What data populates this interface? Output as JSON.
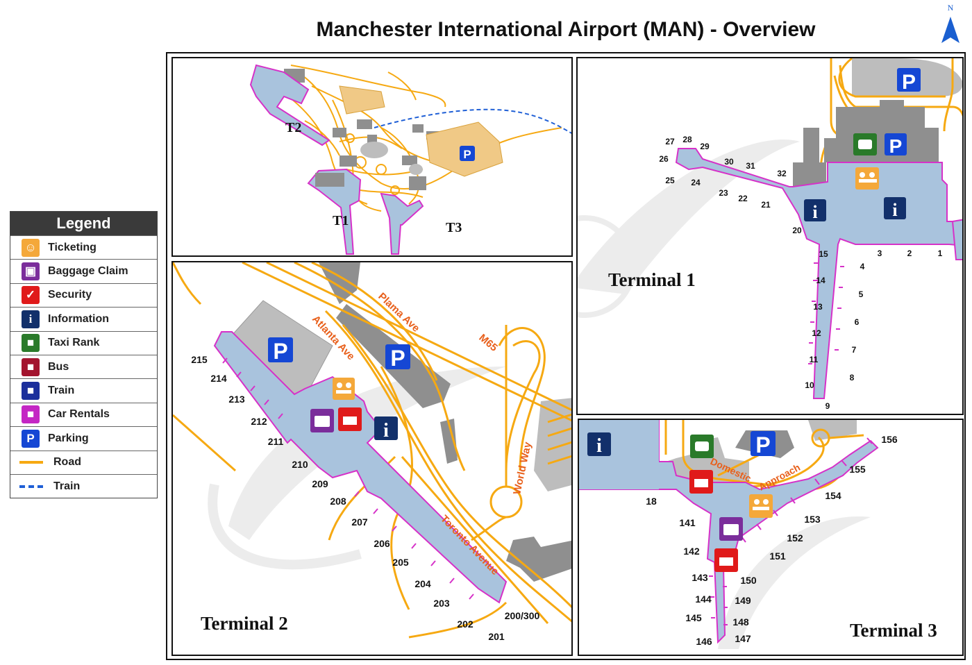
{
  "title": "Manchester International Airport (MAN) - Overview",
  "north": "N",
  "legend": {
    "header": "Legend",
    "items": [
      {
        "label": "Ticketing",
        "icon": "ticketing-icon",
        "color": "#f4a83a"
      },
      {
        "label": "Baggage Claim",
        "icon": "baggage-claim-icon",
        "color": "#7b2d9b"
      },
      {
        "label": "Security",
        "icon": "security-icon",
        "color": "#e01a1a"
      },
      {
        "label": "Information",
        "icon": "information-icon",
        "color": "#12306b"
      },
      {
        "label": "Taxi Rank",
        "icon": "taxi-icon",
        "color": "#2a7a2a"
      },
      {
        "label": "Bus",
        "icon": "bus-icon",
        "color": "#a3142e"
      },
      {
        "label": "Train",
        "icon": "train-icon",
        "color": "#1c2f9c"
      },
      {
        "label": "Car Rentals",
        "icon": "car-rental-icon",
        "color": "#c426c4"
      },
      {
        "label": "Parking",
        "icon": "parking-icon",
        "color": "#1547d4"
      },
      {
        "label": "Road",
        "icon": "road-line-icon",
        "color": "#f6a912"
      },
      {
        "label": "Train",
        "icon": "train-line-icon",
        "color": "#1f5fd6"
      }
    ]
  },
  "overview": {
    "t1": "T1",
    "t2": "T2",
    "t3": "T3",
    "parking": "P"
  },
  "terminal1": {
    "label": "Terminal 1",
    "gates": [
      "1",
      "2",
      "3",
      "4",
      "5",
      "6",
      "7",
      "8",
      "9",
      "10",
      "11",
      "12",
      "13",
      "14",
      "15",
      "20",
      "21",
      "22",
      "23",
      "24",
      "25",
      "26",
      "27",
      "28",
      "29",
      "30",
      "31",
      "32"
    ],
    "parking": "P",
    "info": "i"
  },
  "terminal2": {
    "label": "Terminal 2",
    "gates": [
      "200/300",
      "201",
      "202",
      "203",
      "204",
      "205",
      "206",
      "207",
      "208",
      "209",
      "210",
      "211",
      "212",
      "213",
      "214",
      "215"
    ],
    "streets": {
      "atlanta": "Atlanta Ave",
      "plama": "Plama Ave",
      "m65": "M65",
      "world_way": "World Way",
      "toronto": "Toronto Avenue"
    },
    "parking": "P",
    "info": "i"
  },
  "terminal3": {
    "label": "Terminal 3",
    "gates": [
      "18",
      "141",
      "142",
      "143",
      "144",
      "145",
      "146",
      "147",
      "148",
      "149",
      "150",
      "151",
      "152",
      "153",
      "154",
      "155",
      "156"
    ],
    "streets": {
      "domestic": "Domestic",
      "approach": "Approach"
    },
    "parking": "P",
    "info": "i"
  }
}
